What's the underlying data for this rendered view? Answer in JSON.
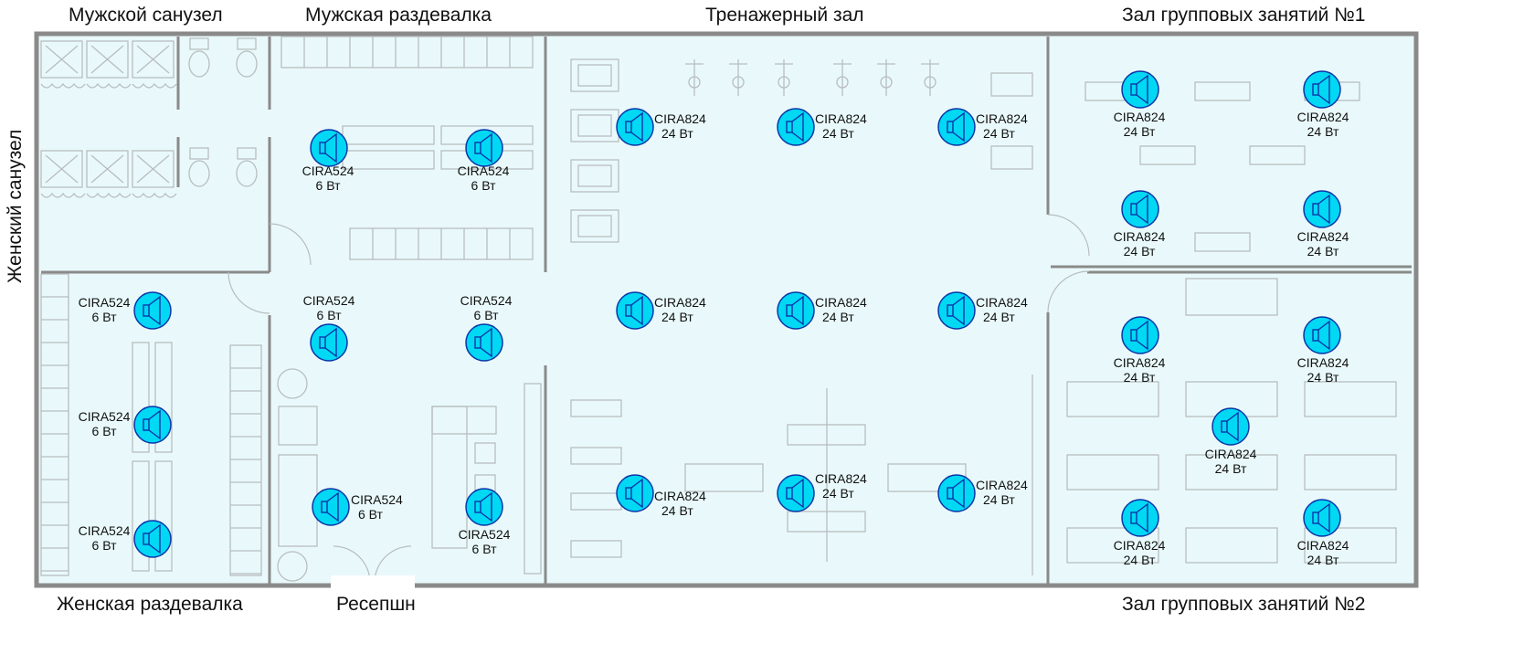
{
  "rooms": {
    "mens_wc": "Мужской санузел",
    "mens_locker": "Мужская раздевалка",
    "gym": "Тренажерный зал",
    "group_hall_1": "Зал групповых занятий №1",
    "womens_wc": "Женский санузел",
    "womens_locker": "Женская раздевалка",
    "reception": "Ресепшн",
    "group_hall_2": "Зал групповых занятий №2"
  },
  "speakers": [
    {
      "model": "CIRA524",
      "power": "6 Вт",
      "room": "mens_locker"
    },
    {
      "model": "CIRA524",
      "power": "6 Вт",
      "room": "mens_locker"
    },
    {
      "model": "CIRA524",
      "power": "6 Вт",
      "room": "reception"
    },
    {
      "model": "CIRA524",
      "power": "6 Вт",
      "room": "reception"
    },
    {
      "model": "CIRA524",
      "power": "6 Вт",
      "room": "reception"
    },
    {
      "model": "CIRA524",
      "power": "6 Вт",
      "room": "reception"
    },
    {
      "model": "CIRA524",
      "power": "6 Вт",
      "room": "womens_locker"
    },
    {
      "model": "CIRA524",
      "power": "6 Вт",
      "room": "womens_locker"
    },
    {
      "model": "CIRA524",
      "power": "6 Вт",
      "room": "womens_locker"
    },
    {
      "model": "CIRA824",
      "power": "24 Вт",
      "room": "gym"
    },
    {
      "model": "CIRA824",
      "power": "24 Вт",
      "room": "gym"
    },
    {
      "model": "CIRA824",
      "power": "24 Вт",
      "room": "gym"
    },
    {
      "model": "CIRA824",
      "power": "24 Вт",
      "room": "gym"
    },
    {
      "model": "CIRA824",
      "power": "24 Вт",
      "room": "gym"
    },
    {
      "model": "CIRA824",
      "power": "24 Вт",
      "room": "gym"
    },
    {
      "model": "CIRA824",
      "power": "24 Вт",
      "room": "gym"
    },
    {
      "model": "CIRA824",
      "power": "24 Вт",
      "room": "gym"
    },
    {
      "model": "CIRA824",
      "power": "24 Вт",
      "room": "gym"
    },
    {
      "model": "CIRA824",
      "power": "24 Вт",
      "room": "group_hall_1"
    },
    {
      "model": "CIRA824",
      "power": "24 Вт",
      "room": "group_hall_1"
    },
    {
      "model": "CIRA824",
      "power": "24 Вт",
      "room": "group_hall_1"
    },
    {
      "model": "CIRA824",
      "power": "24 Вт",
      "room": "group_hall_1"
    },
    {
      "model": "CIRA824",
      "power": "24 Вт",
      "room": "group_hall_2"
    },
    {
      "model": "CIRA824",
      "power": "24 Вт",
      "room": "group_hall_2"
    },
    {
      "model": "CIRA824",
      "power": "24 Вт",
      "room": "group_hall_2"
    },
    {
      "model": "CIRA824",
      "power": "24 Вт",
      "room": "group_hall_2"
    },
    {
      "model": "CIRA824",
      "power": "24 Вт",
      "room": "group_hall_2"
    }
  ],
  "colors": {
    "floor": "#e9f9fb",
    "wall": "#8a8a8a",
    "furniture": "#b8bdc0",
    "speaker_fill": "#00d8f4",
    "speaker_stroke": "#0a36a8"
  }
}
